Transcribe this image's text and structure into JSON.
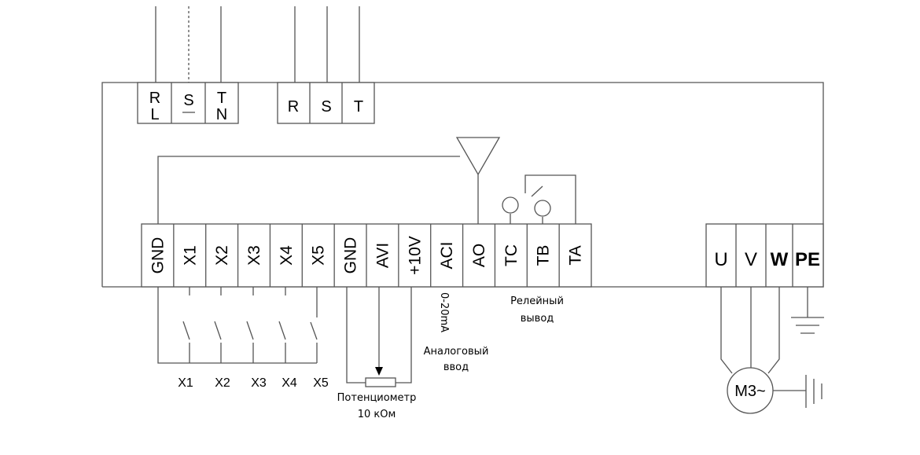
{
  "power_input_single": [
    {
      "top": "R",
      "bottom": "L"
    },
    {
      "top": "S",
      "bottom": ""
    },
    {
      "top": "T",
      "bottom": "N"
    }
  ],
  "power_input_three": [
    "R",
    "S",
    "T"
  ],
  "control_terminals": [
    "GND",
    "X1",
    "X2",
    "X3",
    "X4",
    "X5",
    "GND",
    "AVI",
    "+10V",
    "ACI",
    "AO",
    "TC",
    "TB",
    "TA"
  ],
  "output_terminals": [
    "U",
    "V",
    "W",
    "PE"
  ],
  "switch_labels": [
    "X1",
    "X2",
    "X3",
    "X4",
    "X5"
  ],
  "potentiometer_label": {
    "line1": "Потенциометр",
    "line2": "10 кОм"
  },
  "aci_range": "0-20mA",
  "analog_input_label": {
    "line1": "Аналоговый",
    "line2": "ввод"
  },
  "relay_label": {
    "line1": "Релейный",
    "line2": "вывод"
  },
  "motor_label": "M3~"
}
